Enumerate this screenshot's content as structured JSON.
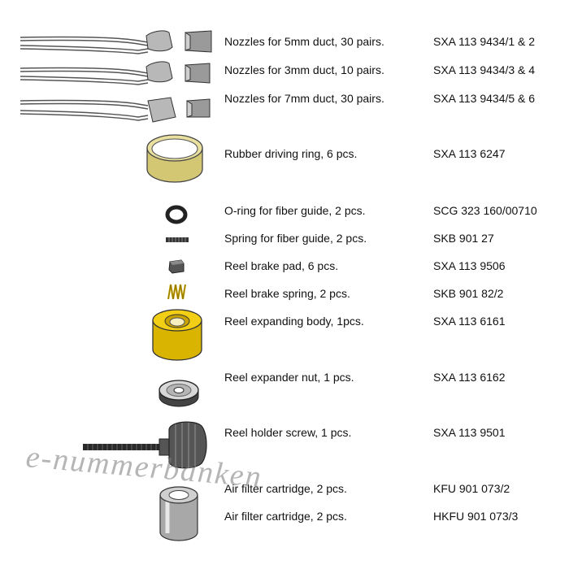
{
  "parts": [
    {
      "description": "Nozzles for 5mm duct, 30 pairs.",
      "code": "SXA 113 9434/1 & 2",
      "icon": "nozzle-pair-icon"
    },
    {
      "description": "Nozzles for 3mm duct, 10 pairs.",
      "code": "SXA 113 9434/3 & 4",
      "icon": "nozzle-pair-icon"
    },
    {
      "description": "Nozzles for 7mm duct, 30 pairs.",
      "code": "SXA 113 9434/5 & 6",
      "icon": "nozzle-pair-icon"
    },
    {
      "description": "Rubber driving ring, 6 pcs.",
      "code": "SXA 113 6247",
      "icon": "rubber-ring-icon"
    },
    {
      "description": "O-ring for fiber guide, 2 pcs.",
      "code": "SCG 323 160/00710",
      "icon": "o-ring-icon"
    },
    {
      "description": "Spring for fiber guide, 2 pcs.",
      "code": "SKB 901 27",
      "icon": "small-spring-icon"
    },
    {
      "description": "Reel brake pad, 6 pcs.",
      "code": "SXA 113 9506",
      "icon": "brake-pad-icon"
    },
    {
      "description": "Reel brake spring, 2 pcs.",
      "code": "SKB 901 82/2",
      "icon": "brake-spring-icon"
    },
    {
      "description": "Reel expanding body, 1pcs.",
      "code": "SXA 113 6161",
      "icon": "expanding-body-icon"
    },
    {
      "description": "Reel expander nut, 1 pcs.",
      "code": "SXA 113 6162",
      "icon": "expander-nut-icon"
    },
    {
      "description": "Reel holder screw, 1 pcs.",
      "code": "SXA 113 9501",
      "icon": "holder-screw-icon"
    },
    {
      "description": "Air filter cartridge, 2 pcs.",
      "code": "KFU 901 073/2",
      "icon": "filter-cartridge-icon"
    },
    {
      "description": "Air filter cartridge, 2 pcs.",
      "code": "HKFU 901 073/3",
      "icon": "filter-cartridge-icon"
    }
  ],
  "watermark": "e-nummerbanken",
  "colors": {
    "brass": "#d4c774",
    "yellow": "#e8c200",
    "metal": "#a9a9a9",
    "dark": "#2a2a2a"
  }
}
